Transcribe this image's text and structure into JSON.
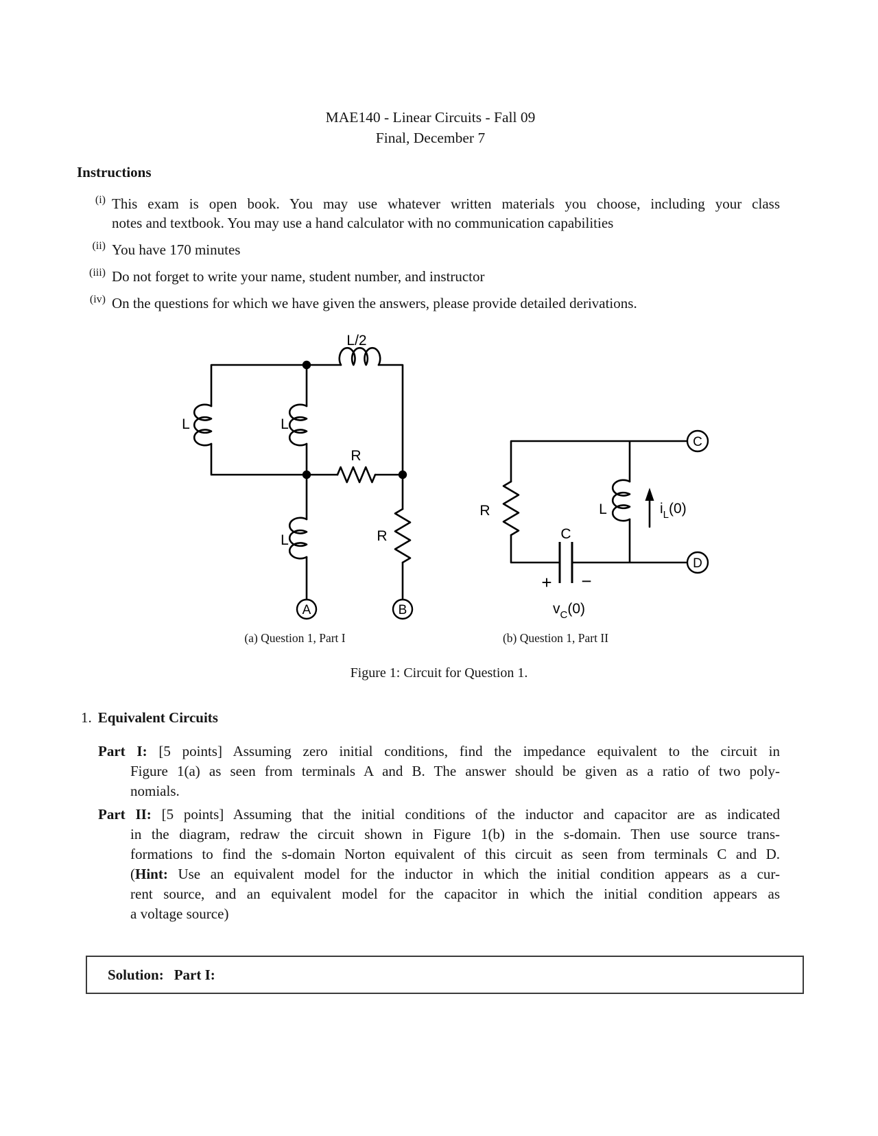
{
  "title": {
    "line1": "MAE140 - Linear Circuits - Fall 09",
    "line2": "Final, December 7"
  },
  "instructions": {
    "heading": "Instructions",
    "items": [
      {
        "label": "(i)",
        "lines": [
          {
            "t": "This exam is open book. You may use whatever written materials you choose, including your class",
            "j": true
          },
          {
            "t": "notes and textbook. You may use a hand calculator with no communication capabilities",
            "j": false
          }
        ]
      },
      {
        "label": "(ii)",
        "lines": [
          {
            "t": "You have 170 minutes",
            "j": false
          }
        ]
      },
      {
        "label": "(iii)",
        "lines": [
          {
            "t": "Do not forget to write your name, student number, and instructor",
            "j": false
          }
        ]
      },
      {
        "label": "(iv)",
        "lines": [
          {
            "t": "On the questions for which we have given the answers, please provide detailed derivations.",
            "j": false
          }
        ]
      }
    ]
  },
  "figure": {
    "subcaption_a": "(a) Question 1, Part I",
    "subcaption_b": "(b) Question 1, Part II",
    "caption": "Figure 1: Circuit for Question 1.",
    "circuit_a": {
      "inductor_top": "L/2",
      "inductor_left": "L",
      "inductor_mid": "L",
      "resistor_mid": "R",
      "inductor_lower": "L",
      "resistor_right": "R",
      "terminal_a": "A",
      "terminal_b": "B"
    },
    "circuit_b": {
      "resistor": "R",
      "inductor": "L",
      "capacitor": "C",
      "plus": "+",
      "minus": "−",
      "v_init": {
        "base": "v",
        "sub": "C",
        "rest": "(0)"
      },
      "i_init": {
        "base": "i",
        "sub": "L",
        "rest": "(0)"
      },
      "terminal_c": "C",
      "terminal_d": "D"
    }
  },
  "question": {
    "number": "1.",
    "title": "Equivalent Circuits",
    "parts": [
      {
        "label": "Part I:",
        "lines": [
          {
            "t": "[5 points] Assuming zero initial conditions, find the impedance equivalent to the circuit in",
            "j": true
          },
          {
            "t": "Figure 1(a) as seen from terminals A and B. The answer should be given as a ratio of two poly-",
            "j": true
          },
          {
            "t": "nomials.",
            "j": false
          }
        ]
      },
      {
        "label": "Part II:",
        "lines": [
          {
            "t": "[5 points] Assuming that the initial conditions of the inductor and capacitor are as indicated",
            "j": true
          },
          {
            "t": "in the diagram, redraw the circuit shown in Figure 1(b) in the s-domain. Then use source trans-",
            "j": true
          },
          {
            "t": "formations to find the s-domain Norton equivalent of this circuit as seen from terminals C and D.",
            "j": true
          },
          {
            "segs": [
              {
                "t": "(",
                "b": false
              },
              {
                "t": "Hint:",
                "b": true
              },
              {
                "t": " Use an equivalent model for the inductor in which the initial condition appears as a cur-",
                "b": false
              }
            ],
            "j": true
          },
          {
            "t": "rent source, and an equivalent model for the capacitor in which the initial condition appears as",
            "j": true
          },
          {
            "t": "a voltage source)",
            "j": false
          }
        ]
      }
    ]
  },
  "solution": {
    "label": "Solution:",
    "part": "Part I:"
  }
}
